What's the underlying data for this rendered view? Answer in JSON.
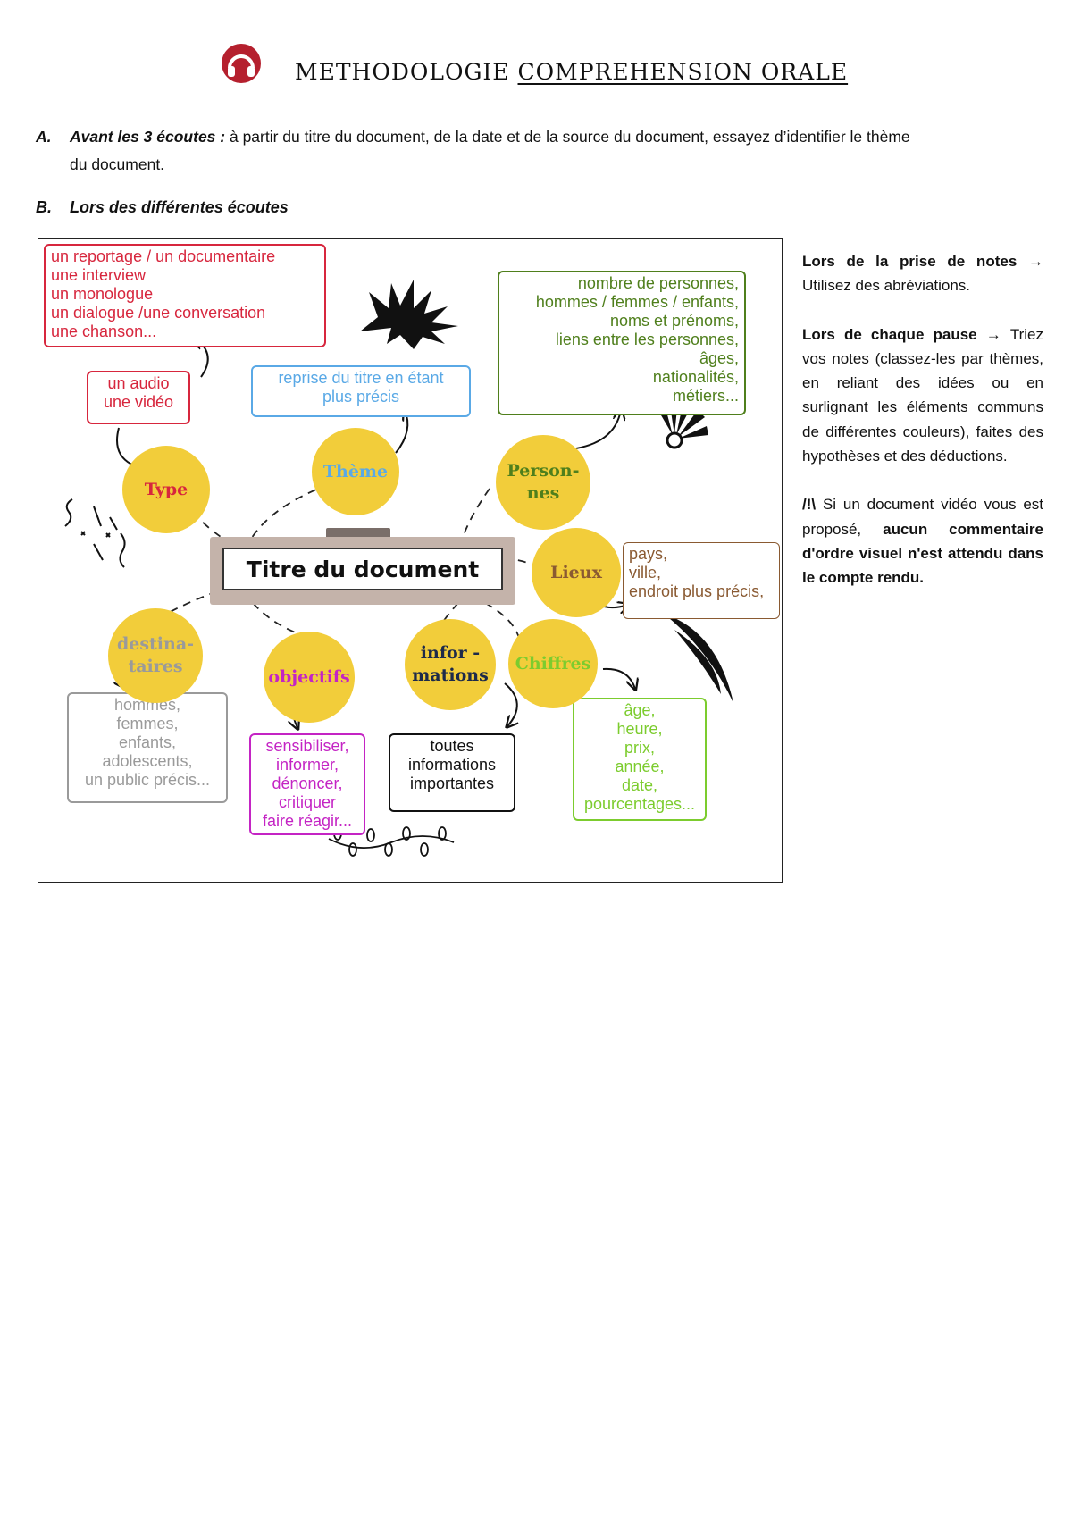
{
  "header": {
    "logo_icon": "headphones-logo-icon",
    "title_part1": "METHODOLOGIE ",
    "title_part2": "COMPREHENSION ORALE"
  },
  "section_a": {
    "letter": "A.",
    "heading": "Avant les 3 écoutes :",
    "text": " à partir du titre du document, de la date et de la source du document, essayez d’identifier le thème",
    "text_cont": "du document."
  },
  "section_b": {
    "letter": "B.",
    "heading": "Lors des différentes écoutes"
  },
  "mindmap": {
    "center": "Titre du document",
    "nodes": {
      "type": [
        "Type"
      ],
      "theme": [
        "Thème"
      ],
      "personnes": [
        "Person-",
        "nes"
      ],
      "lieux": [
        "Lieux"
      ],
      "destinataires": [
        "destina-",
        "taires"
      ],
      "objectifs": [
        "objectifs"
      ],
      "informations": [
        "infor -",
        "mations"
      ],
      "chiffres": [
        "Chiffres"
      ]
    },
    "boxes": {
      "type_genres": [
        "un reportage / un documentaire",
        "une interview",
        "un monologue",
        "un dialogue /une conversation",
        "une chanson..."
      ],
      "type_media": [
        "un audio",
        "une vidéo"
      ],
      "theme": [
        "reprise du titre en étant",
        "plus précis"
      ],
      "personnes": [
        "nombre de personnes,",
        "hommes / femmes / enfants,",
        "noms et prénoms,",
        "liens entre les personnes,",
        "âges,",
        "nationalités,",
        "métiers..."
      ],
      "lieux": [
        "pays,",
        "ville,",
        "endroit plus précis,"
      ],
      "destinataires": [
        "hommes,",
        "femmes,",
        "enfants,",
        "adolescents,",
        "un public précis..."
      ],
      "objectifs": [
        "sensibiliser,",
        "informer,",
        "dénoncer,",
        "critiquer",
        "faire réagir..."
      ],
      "informations": [
        "toutes",
        "informations",
        "importantes"
      ],
      "chiffres": [
        "âge,",
        "heure,",
        "prix,",
        "année,",
        "date,",
        "pourcentages..."
      ]
    },
    "colors": {
      "circle": "#f2cd3a",
      "type": "#d7263d",
      "theme": "#5aa9e6",
      "personnes": "#4f7f1c",
      "lieux": "#8a5a32",
      "destinataires": "#9a9a9a",
      "objectifs": "#c424c4",
      "informations": "#1d2a4a",
      "chiffres": "#7ccc2e"
    }
  },
  "side_notes": {
    "p1_bold": "Lors de la prise de notes",
    "p1_arrow": " → ",
    "p1_text": "Utilisez des abréviations.",
    "p2_bold": "Lors de chaque pause",
    "p2_arrow": " → ",
    "p2_text": "Triez vos notes (classez-les par thèmes, en reliant des idées ou en surlignant les éléments communs de différentes couleurs), faites des hypothèses et des déductions.",
    "p3_bold_start": "/!\\",
    "p3_text": " Si un document vidéo vous est proposé, ",
    "p3_bold_end": "aucun commentaire d'ordre visuel n'est attendu dans le compte rendu."
  }
}
